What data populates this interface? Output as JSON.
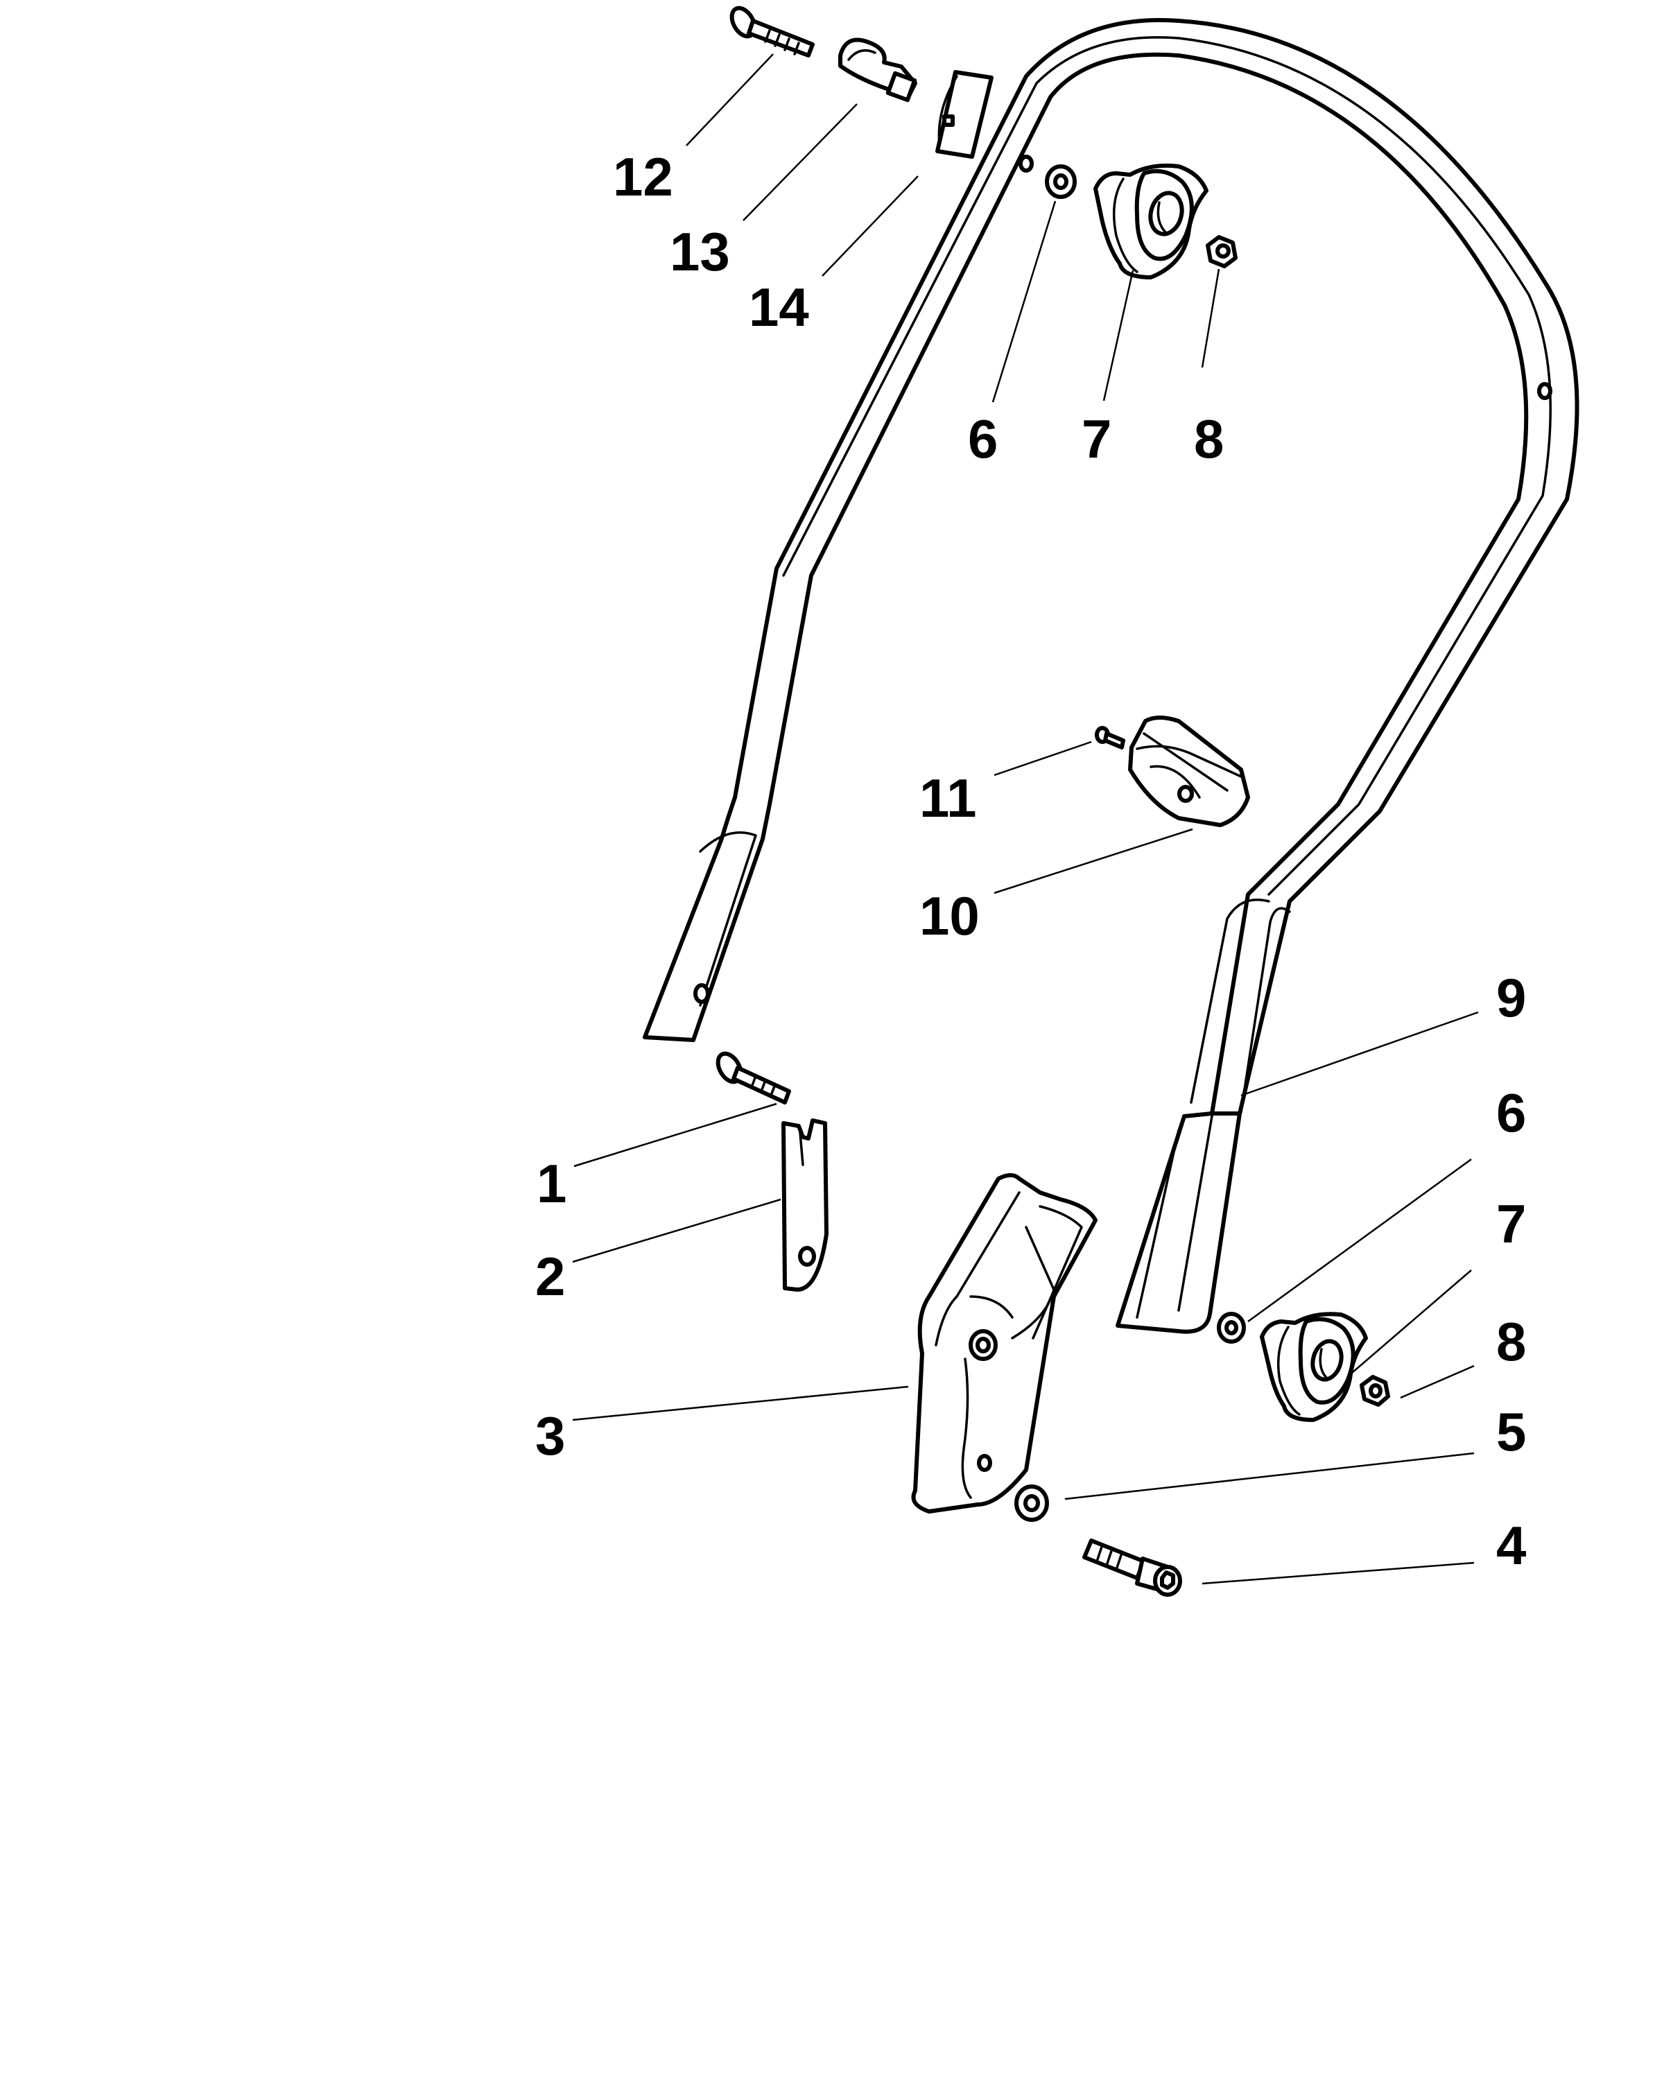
{
  "callouts": [
    {
      "id": "1",
      "text": "1"
    },
    {
      "id": "2",
      "text": "2"
    },
    {
      "id": "3",
      "text": "3"
    },
    {
      "id": "4",
      "text": "4"
    },
    {
      "id": "5",
      "text": "5"
    },
    {
      "id": "6a",
      "text": "6"
    },
    {
      "id": "6b",
      "text": "6"
    },
    {
      "id": "7a",
      "text": "7"
    },
    {
      "id": "7b",
      "text": "7"
    },
    {
      "id": "8a",
      "text": "8"
    },
    {
      "id": "8b",
      "text": "8"
    },
    {
      "id": "9",
      "text": "9"
    },
    {
      "id": "10",
      "text": "10"
    },
    {
      "id": "11",
      "text": "11"
    },
    {
      "id": "12",
      "text": "12"
    },
    {
      "id": "13",
      "text": "13"
    },
    {
      "id": "14",
      "text": "14"
    }
  ]
}
